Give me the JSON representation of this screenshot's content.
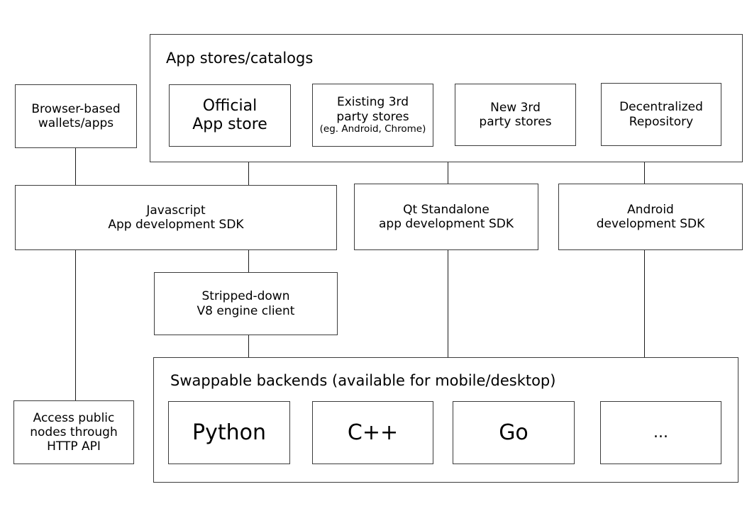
{
  "diagram": {
    "title_hidden": "",
    "groups": {
      "app_stores": {
        "title": "App stores/catalogs",
        "items": [
          {
            "line1": "Official",
            "line2": "App store",
            "note": ""
          },
          {
            "line1": "Existing 3rd",
            "line2": "party stores",
            "note": "(eg. Android, Chrome)"
          },
          {
            "line1": "New 3rd",
            "line2": "party stores",
            "note": ""
          },
          {
            "line1": "Decentralized",
            "line2": "Repository",
            "note": ""
          }
        ]
      },
      "backends": {
        "title": "Swappable backends (available for mobile/desktop)",
        "items": [
          {
            "label": "Python"
          },
          {
            "label": "C++"
          },
          {
            "label": "Go"
          },
          {
            "label": "..."
          }
        ]
      }
    },
    "nodes": {
      "browser_wallets": {
        "line1": "Browser-based",
        "line2": "wallets/apps"
      },
      "js_sdk": {
        "line1": "Javascript",
        "line2": "App development SDK"
      },
      "qt_sdk": {
        "line1": "Qt Standalone",
        "line2": "app development SDK"
      },
      "android_sdk": {
        "line1": "Android",
        "line2": "development SDK"
      },
      "v8_client": {
        "line1": "Stripped-down",
        "line2": "V8 engine client"
      },
      "public_nodes": {
        "line1": "Access public",
        "line2": "nodes through",
        "line3": "HTTP API"
      }
    },
    "colors": {
      "background": "#ffffff",
      "stroke": "#3c3c3c",
      "connector": "#1c1c1c",
      "text": "#000000"
    }
  }
}
